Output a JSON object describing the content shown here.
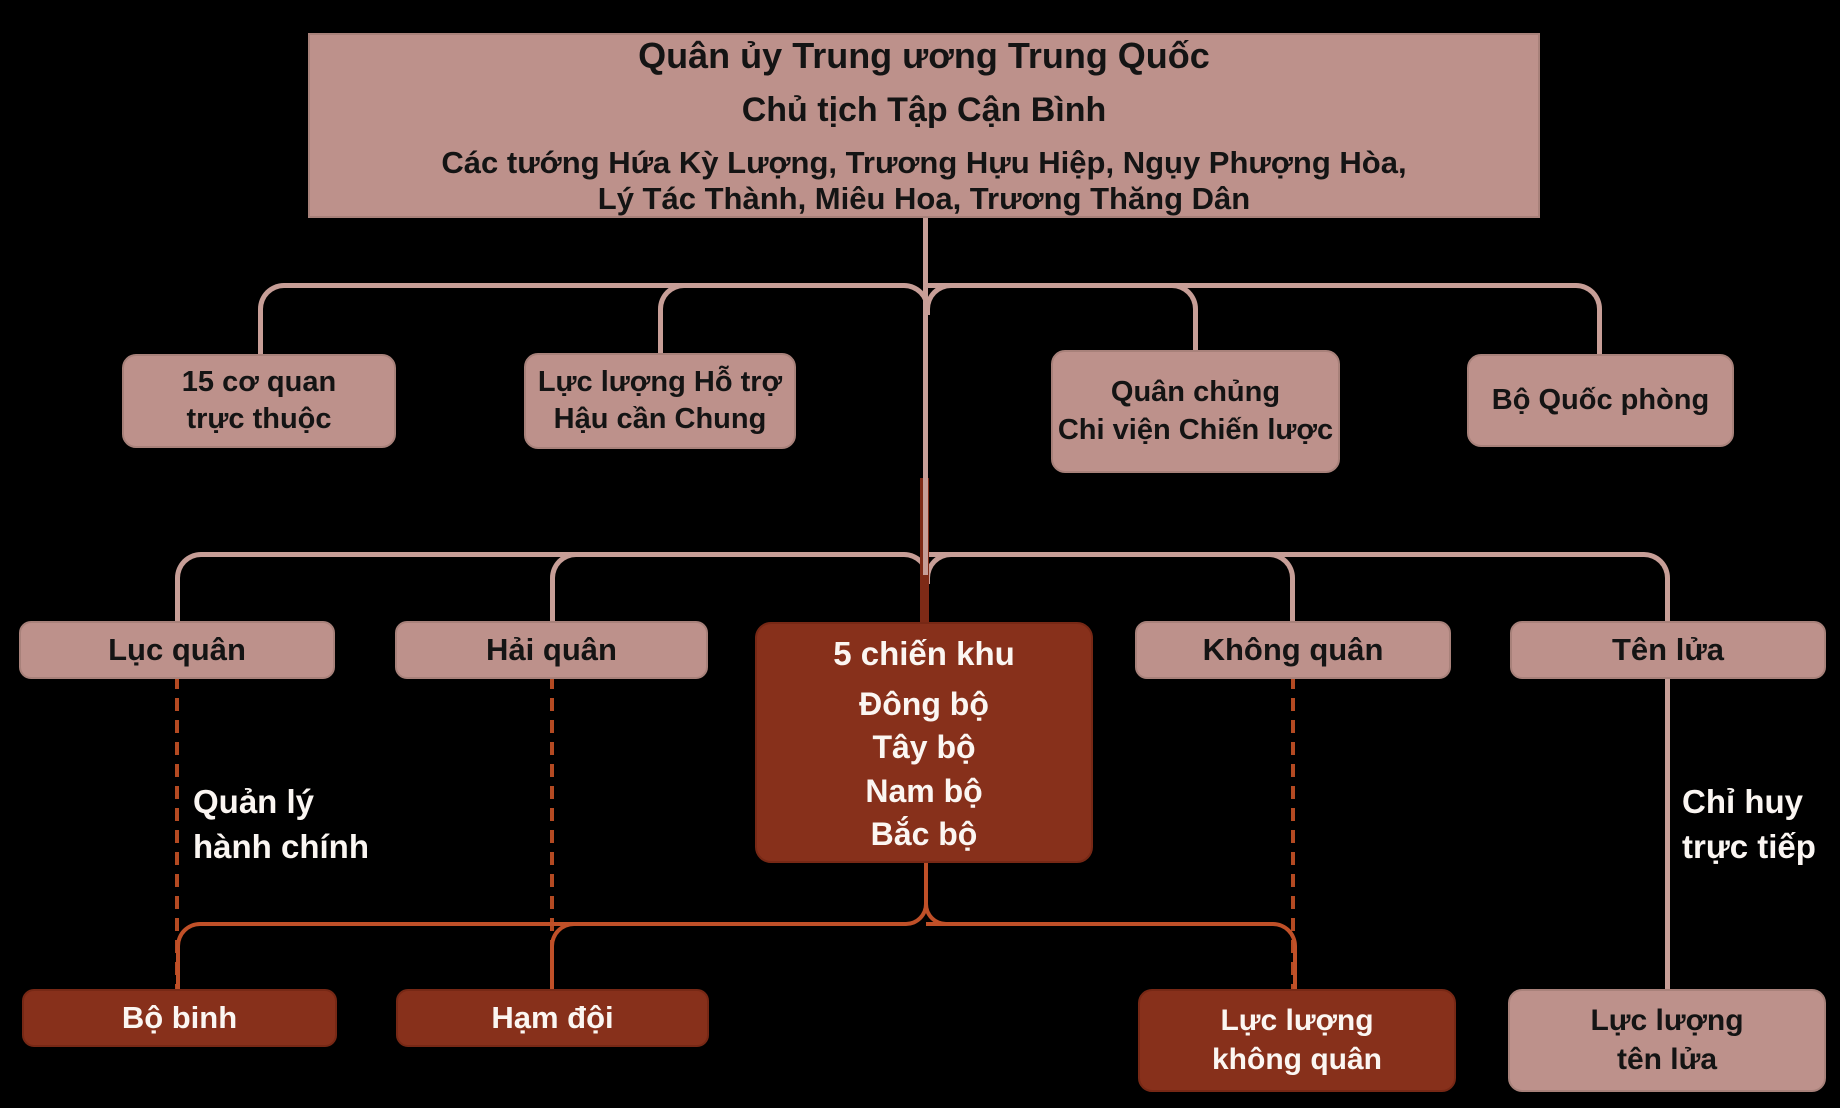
{
  "colors": {
    "background": "#000000",
    "pink-box": "#bd918b",
    "pink-border": "#a8817a",
    "pink-line": "#c79e97",
    "dark-box": "#87301b",
    "dark-border": "#772815",
    "dark-line": "#7e2a16",
    "orange-line": "#c05028",
    "dash-line": "#b44a22",
    "text-dark": "#141414",
    "text-light": "#fbf6f2"
  },
  "org_chart": {
    "root": {
      "line1": "Quân ủy Trung ương Trung Quốc",
      "line2": "Chủ tịch Tập Cận Bình",
      "line3": "Các tướng Hứa Kỳ Lượng, Trương Hựu Hiệp, Ngụy Phượng Hòa,",
      "line4": "Lý Tác Thành, Miêu Hoa, Trương Thăng Dân"
    },
    "level2": {
      "agencies": "15 cơ quan\ntrực thuộc",
      "logistics": "Lực lượng Hỗ trợ\nHậu cần Chung",
      "strategic": "Quân chủng\nChi viện Chiến lược",
      "defense": "Bộ Quốc phòng"
    },
    "level3": {
      "army": "Lục quân",
      "navy": "Hải quân",
      "air_force": "Không quân",
      "rocket": "Tên lửa"
    },
    "theater": {
      "title": "5 chiến khu",
      "regions": [
        "Đông bộ",
        "Tây bộ",
        "Nam bộ",
        "Bắc bộ"
      ]
    },
    "level4": {
      "infantry": "Bộ binh",
      "fleet": "Hạm đội",
      "air_force": "Lực lượng\nkhông quân",
      "rocket_force": "Lực lượng\ntên lửa"
    },
    "edge_labels": {
      "administrative": "Quản lý\nhành chính",
      "direct": "Chỉ huy\ntrực tiếp"
    }
  }
}
